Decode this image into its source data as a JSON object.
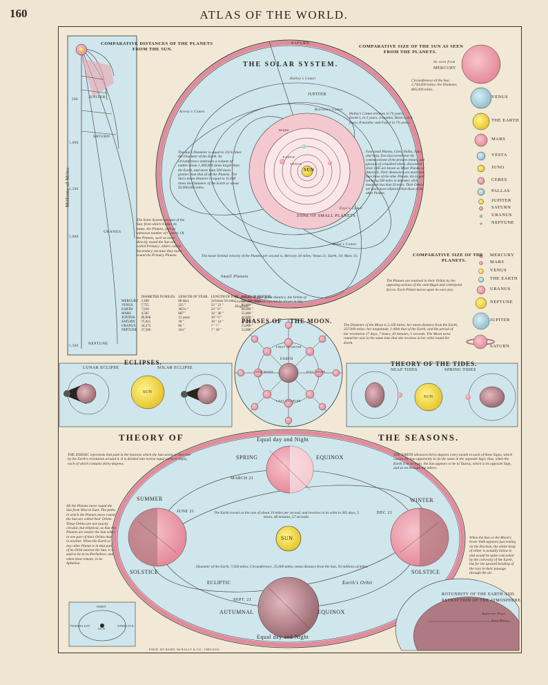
{
  "header": {
    "page_number": "160",
    "title": "ATLAS OF THE WORLD."
  },
  "distances": {
    "title_a": "COMPARATIVE DISTANCES OF THE PLANETS",
    "title_b": "FROM THE SUN.",
    "axis_label": "Millions of Miles",
    "ticks": [
      "500",
      "1,000",
      "1,500",
      "2,000",
      "2,500"
    ],
    "planets": [
      "JUPITER",
      "SATURN",
      "URANUS",
      "NEPTUNE"
    ]
  },
  "solar_system": {
    "title": "THE SOLAR SYSTEM.",
    "sun": "SUN",
    "labels": {
      "saturn": "SATURN",
      "jupiter": "JUPITER",
      "mars": "MARS",
      "earth": "EARTH",
      "venus": "VENUS",
      "mercury": "MERCURY",
      "halley": "Halley's Comet",
      "arrest": "Arrest's Comet",
      "brorsen": "Brorsen's Comet",
      "biela": "Biela's Comet",
      "encke": "Encke's Comet",
      "faye": "Faye's Comet",
      "small_planets": "Small Planets",
      "zone": "ZONE OF SMALL PLANETS"
    },
    "sun_caption": "The Sun's Diameter is equal to 111⅛ times the Diameter of the Earth. Its circumference embraces a volume of matter about 1,300,000 times larger than the Earth, and more than 500 times greater than that of all the Planets. The Sun's mean distance is equal to 11,000 times the Diameter of the Earth or about 93,000,000 miles.",
    "comet_caption": "Halley's Comet revolves in 76 years; Encke's, in 3 years, 4 months; Biela's, in 6 years, 8 months; and Faye's in 7½ years.",
    "small_planets_caption": "Four small Planets, Ceres, Pallas, Juno, and Vesta, first discovered near the commencement of the present century, and upwards of a hundred others, discovered since 1845 are known as Minor Planets or Asteroids. Their dimensions are much less than those of the other Planets, the largest not being 500 miles in diameter, while many are less than 50 miles. Their Orbits are much more elliptical than those of the other Planets.",
    "velocity_caption": "The mean Orbital velocity of the Planets per second is, Mercury 30 miles; Venus 21; Earth, 19; Mars 15;",
    "system_caption": "The Solar System consists of the Sun, from which it takes its name, the Planets, and an unknown number of Comets. Of the Planets, such as move directly round the Sun are called Primary; others called Secondary, because they move round the Primary Planets.",
    "bottom_caption": "On account of their great distance, the Orbits of Uranus and Neptune can not be shown in this Diagram."
  },
  "planet_table": {
    "headers": [
      "DIAMETER IN MILES.",
      "LENGTH OF YEAR.",
      "LENGTH OF DAY.",
      "MILES IN MOTION."
    ],
    "rows": [
      [
        "MERCURY",
        "3,180",
        "88 days",
        "24 hours 5½ min.",
        "109,000 miles"
      ],
      [
        "VENUS",
        "7,755",
        "225 \"",
        "23 \" 21 \"",
        "80,000 \""
      ],
      [
        "EARTH",
        "7,918",
        "365¼ \"",
        "24 \" 0 \"",
        "68,000 \""
      ],
      [
        "MARS",
        "4,585",
        "687 \"",
        "24 \" 40 \"",
        "55,000 \""
      ],
      [
        "JUPITER",
        "88,968",
        "12 years",
        "10 \" 0 \"",
        "30,000 \""
      ],
      [
        "SATURN",
        "75,015",
        "30 \"",
        "10 \" 14 \"",
        "22,000 \""
      ],
      [
        "URANUS",
        "34,273",
        "84 \"",
        "? \" ? \"",
        "15,000 \""
      ],
      [
        "NEPTUNE",
        "37,500",
        "164 \"",
        "? \" 18 \"",
        "12,000 \""
      ]
    ]
  },
  "sun_sizes": {
    "title_a": "COMPARATIVE SIZE OF THE SUN AS SEEN",
    "title_b": "FROM THE PLANETS.",
    "as_seen": "As seen from",
    "planets": [
      "MERCURY",
      "VENUS",
      "THE EARTH",
      "MARS",
      "VESTA",
      "JUNO",
      "CERES",
      "PALLAS",
      "JUPITER",
      "SATURN",
      "URANUS",
      "NEPTUNE"
    ],
    "caption": "Circumference of the Sun, 2,744,000 miles; the Diameter, 865,000 miles."
  },
  "planet_sizes": {
    "title_a": "COMPARATIVE SIZE OF THE",
    "title_b": "PLANETS.",
    "planets": [
      "MERCURY",
      "MARS",
      "VENUS",
      "THE EARTH",
      "URANUS",
      "NEPTUNE",
      "JUPITER",
      "SATURN"
    ],
    "caption": "The Planets are retained in their Orbits by the opposing actions of the centrifugal and centripetal forces. Each Planet moves upon its own axis."
  },
  "moon": {
    "title_a": "PHASES OF",
    "title_b": "THE MOON.",
    "caption": "The Diameter of the Moon is 2,160 miles; her mean distance from the Earth, 237,000 miles; her magnitude, 1-49th that of the Earth; and the period of her revolution 27 days, 7 hours, 43 minutes, 5 seconds. The Moon turns round her axis in the same time that she revolves in her orbit round the Earth.",
    "earth": "EARTH",
    "phases": [
      "NEW MOON",
      "FULL MOON",
      "FIRST QUARTER",
      "LAST QUARTER"
    ]
  },
  "eclipses": {
    "title": "ECLIPSES.",
    "lunar": "LUNAR ECLIPSE",
    "solar": "SOLAR ECLIPSE",
    "sun": "SUN"
  },
  "tides": {
    "title": "THEORY OF THE TIDES.",
    "neap": "NEAP TIDES",
    "spring": "SPRING TIDES",
    "sun": "SUN"
  },
  "seasons": {
    "title_a": "THEORY OF",
    "title_b": "THE SEASONS.",
    "equal_top": "Equal day and Night",
    "equal_bottom": "Equal day and Night",
    "spring": "SPRING",
    "equinox": "EQUINOX",
    "summer": "SUMMER",
    "solstice": "SOLSTICE",
    "winter": "WINTER",
    "autumnal": "AUTUMNAL",
    "march": "MARCH 21",
    "june": "JUNE 21",
    "dec": "DEC 21",
    "sept": "SEPT. 21",
    "ecliptic": "ECLIPTIC",
    "earth_orbit": "Earth's Orbit",
    "sun": "SUN",
    "travel": "The Earth travels at the rate of about 19 miles per second, and revolves in its orbit in 365 days, 5 hours, 48 minutes, 57 seconds.",
    "diameter": "Diameter of the Earth, 7,926 miles; Circumference, 25,000 miles; mean distance from the Sun, 93 millions of miles.",
    "zodiac": "THE ZODIAC represents that path in the heavens which the Sun seems to describe by the Earth's revolution around it. It is divided into twelve equal parts or Signs, each of which contains thirty degrees.",
    "earth_advances": "THE EARTH advances thirty degrees every month in each of these Signs, which causes the Sun apparently to do the same in the opposite Sign; thus, when the Earth is in Scorpio, the Sun appears to be in Taurus, which is its opposite Sign, and so on through the others.",
    "orbits": "All the Planets move round the Sun from West to East. The paths in which the Planets move round the Sun are called their Orbits. These Orbits are not exactly circular, but elliptical, so that the Planets are nearer the Sun when in one part of their Orbits than in another. When the Earth or any other Planet is in that part of its Orbit nearest the Sun, it is said to be in its Perihelion; and when most remote, in its Aphelion.",
    "refraction_caption": "When the Sun or the Moon's lower limb appears just resting on the Horizon, the entire body of either is actually below it; and would be quite concealed by the convexity of the Earth, but for the upward bending of the rays in their passage through the air.",
    "rotundity_a": "ROTUNDITY OF THE EARTH AND",
    "rotundity_b": "REFRACTION OF THE ATMOSPHERE.",
    "apparent": "Apparent Place",
    "true_place": "True Place",
    "perihelion": "PERIHELION",
    "aphelion": "APHELION",
    "orbit": "ORBIT",
    "publisher": "ENGD. BY RAND, McNALLY & CO., CHICAGO."
  },
  "colors": {
    "pink": "#e9a4b0",
    "blue": "#b9d9e2",
    "yellow": "#f6e05a",
    "maroon": "#b07a82"
  }
}
